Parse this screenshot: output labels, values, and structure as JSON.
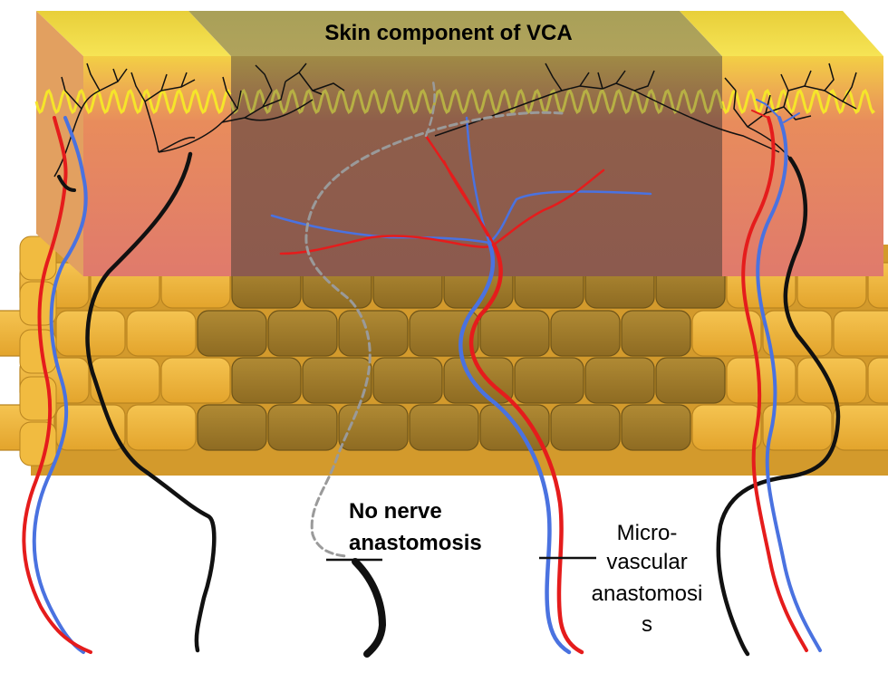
{
  "title": "Skin component of VCA",
  "labels": {
    "no_nerve_line1": "No nerve",
    "no_nerve_line2": "anastomosis",
    "micro_line1": "Micro-",
    "micro_line2": "vascular",
    "micro_line3": "anastomosi",
    "micro_line4": "s"
  },
  "colors": {
    "artery": "#e51c1c",
    "vein": "#4a72e0",
    "nerve": "#111111",
    "grafted_nerve": "#9a9a9a",
    "epidermis": "#f4e23a",
    "dermis_host": "#e07868",
    "dermis_graft": "#8e5a4c",
    "muscle_host": "#f1b73c",
    "muscle_graft": "#a37e2e"
  }
}
